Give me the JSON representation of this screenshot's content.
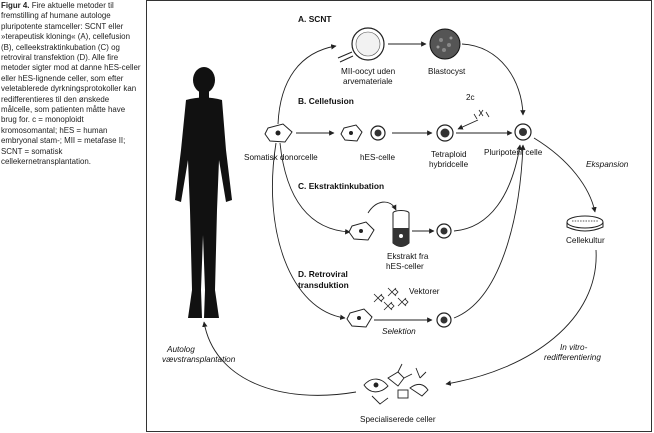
{
  "caption": {
    "lead": "Figur 4.",
    "body": "Fire aktuelle metoder til fremstilling af humane autologe pluripotente stamceller: SCNT eller »terapeutisk kloning« (A), cellefusion (B), celleekstraktinkubation (C) og retroviral transfektion (D). Alle fire metoder sigter mod at danne hES-celler eller hES-lignende celler, som efter veletablerede dyrkningsprotokoller kan redifferentieres til den ønskede målcelle, som patienten måtte have brug for. c = monoploidt kromosomantal; hES = human embryonal stam-; MII = metafase II; SCNT = somatisk cellekernetransplantation."
  },
  "diagram": {
    "section_a": "A. SCNT",
    "section_b": "B. Cellefusion",
    "section_c": "C. Ekstraktinkubation",
    "section_d_line1": "D. Retroviral",
    "section_d_line2": "transduktion",
    "mii_line1": "MII-oocyt uden",
    "mii_line2": "arvemateriale",
    "blastocyst": "Blastocyst",
    "twoc": "2c",
    "somatic": "Somatisk donorcelle",
    "hes": "hES-celle",
    "tetra_line1": "Tetraploid",
    "tetra_line2": "hybridcelle",
    "pluripotent": "Pluripotent celle",
    "expansion": "Ekspansion",
    "cellekultur": "Cellekultur",
    "extract_line1": "Ekstrakt fra",
    "extract_line2": "hES-celler",
    "vektorer": "Vektorer",
    "selektion": "Selektion",
    "autolog_line1": "Autolog",
    "autolog_line2": "vævstransplantation",
    "vitro_line1": "In vitro-",
    "vitro_line2": "redifferentiering",
    "specialised": "Specialiserede celler"
  }
}
